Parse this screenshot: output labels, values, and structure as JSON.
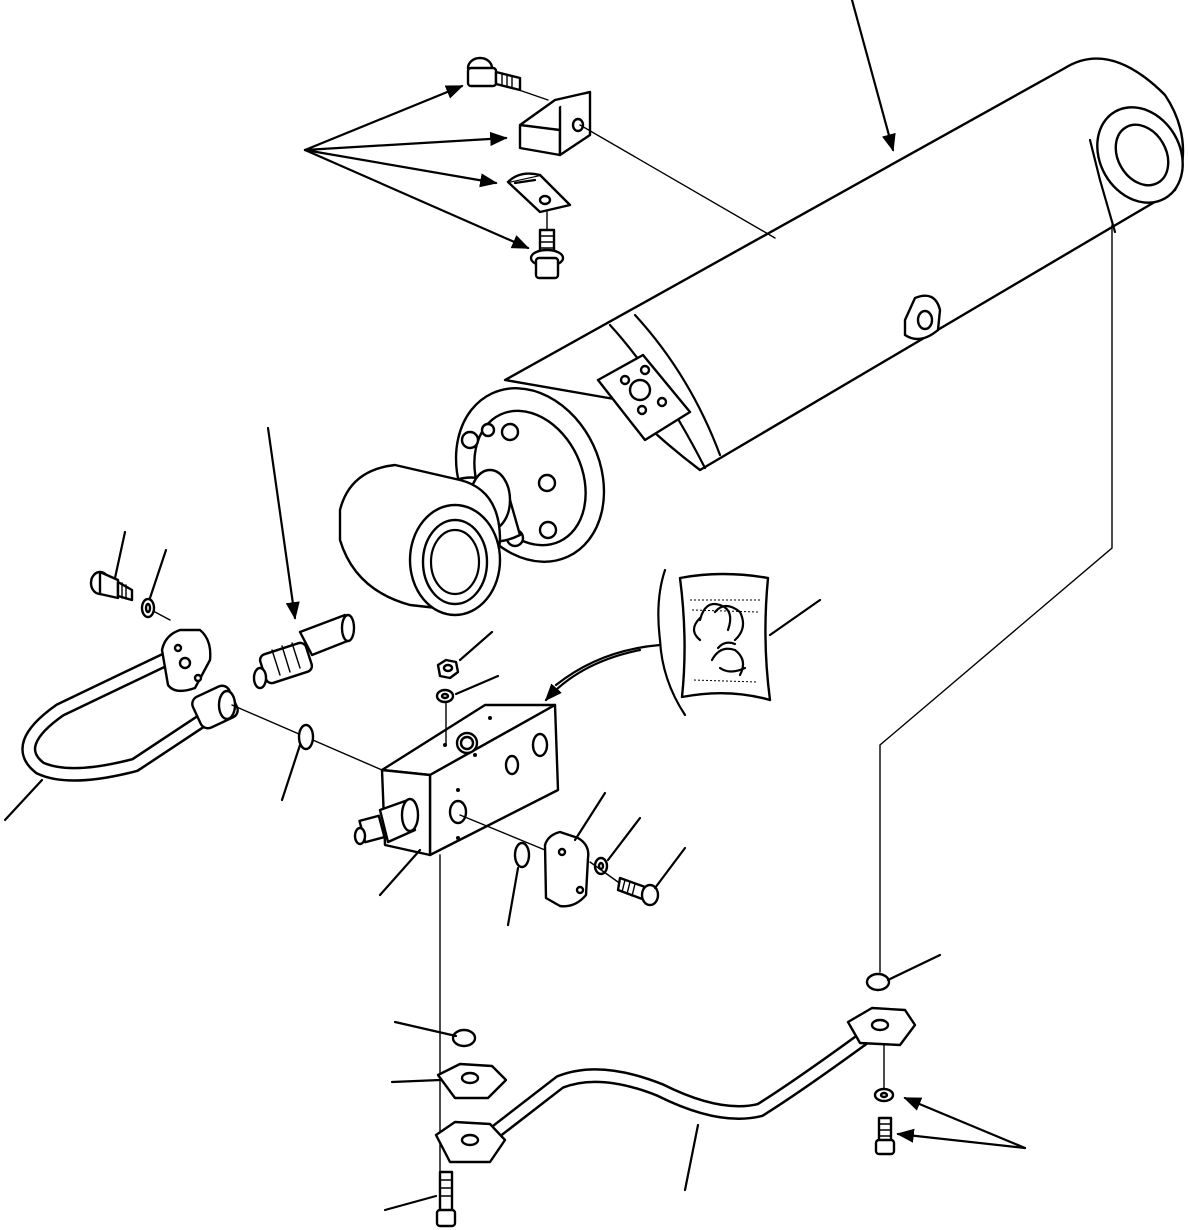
{
  "diagram": {
    "type": "exploded-parts-illustration",
    "text_labels": [],
    "colors": {
      "line": "#000000",
      "background": "#ffffff"
    },
    "components": [
      "hydraulic-cylinder",
      "cylinder-rod-eye",
      "cylinder-head-flange",
      "clamp-bracket",
      "clamp-plate",
      "bracket-bolt",
      "clamp-bolt",
      "valve-block",
      "pressure-relief-valve",
      "hose-adapter",
      "u-tube",
      "tube-flange",
      "long-tube",
      "o-ring",
      "socket-head-bolt",
      "washer",
      "nut",
      "seal-kit-bag"
    ]
  }
}
